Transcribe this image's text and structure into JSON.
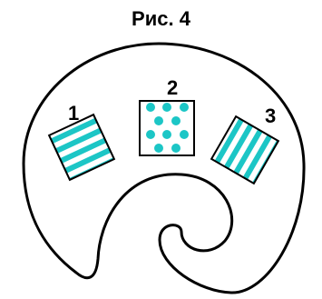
{
  "figure": {
    "title": "Рис. 4",
    "labels": [
      "1",
      "2",
      "3"
    ]
  },
  "colors": {
    "accent": "#1cc6c6",
    "outline": "#000000",
    "background": "#ffffff"
  }
}
